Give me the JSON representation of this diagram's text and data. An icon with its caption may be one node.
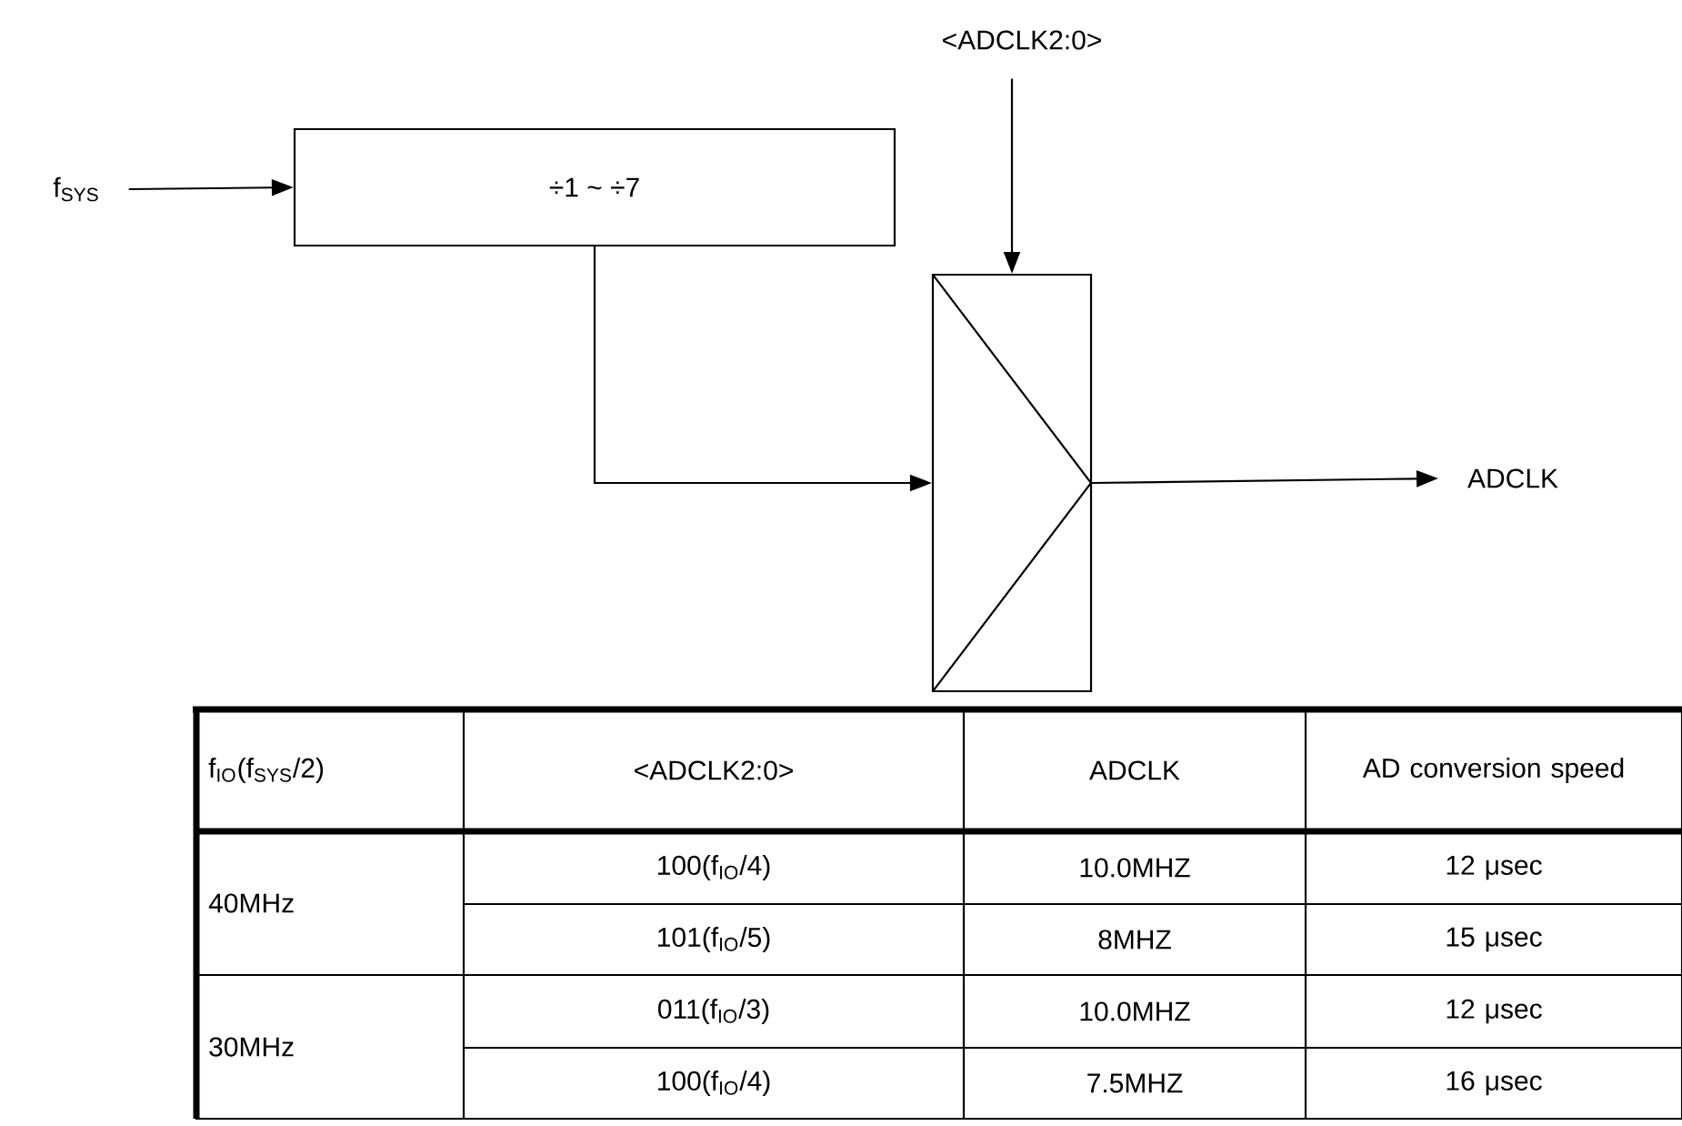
{
  "diagram": {
    "nodes": [
      {
        "text": [
          "f$_{SYS}$"
        ]
      },
      {
        "text": [
          "÷1 ~ ÷7"
        ]
      },
      {
        "text": [
          "<ADCLK2:0>"
        ]
      },
      {
        "text": [],
        "shape": "box"
      },
      {
        "text": [
          "ADCLK"
        ]
      }
    ],
    "edges": [
      {
        "from": 0,
        "to": 1,
        "arrow": "to"
      },
      {
        "from": 1,
        "to": 3,
        "arrow": "to"
      },
      {
        "from": 2,
        "to": 3,
        "arrow": "to"
      },
      {
        "from": 3,
        "to": 4,
        "arrow": "to"
      }
    ],
    "labels": [
      "f$_{IO}$(f$_{SYS}$/2)",
      "<ADCLK2:0>",
      "ADCLK",
      "AD conversion speed",
      "40MHz",
      "100(f$_{IO}$/4)",
      "10.0MHZ",
      "12 μsec",
      "101(f$_{IO}$/5)",
      "8MHZ",
      "15 μsec",
      "30MHz",
      "011(f$_{IO}$/3)",
      "10.0MHZ",
      "12 μsec",
      "100(f$_{IO}$/4)",
      "7.5MHZ",
      "16 μsec"
    ]
  }
}
